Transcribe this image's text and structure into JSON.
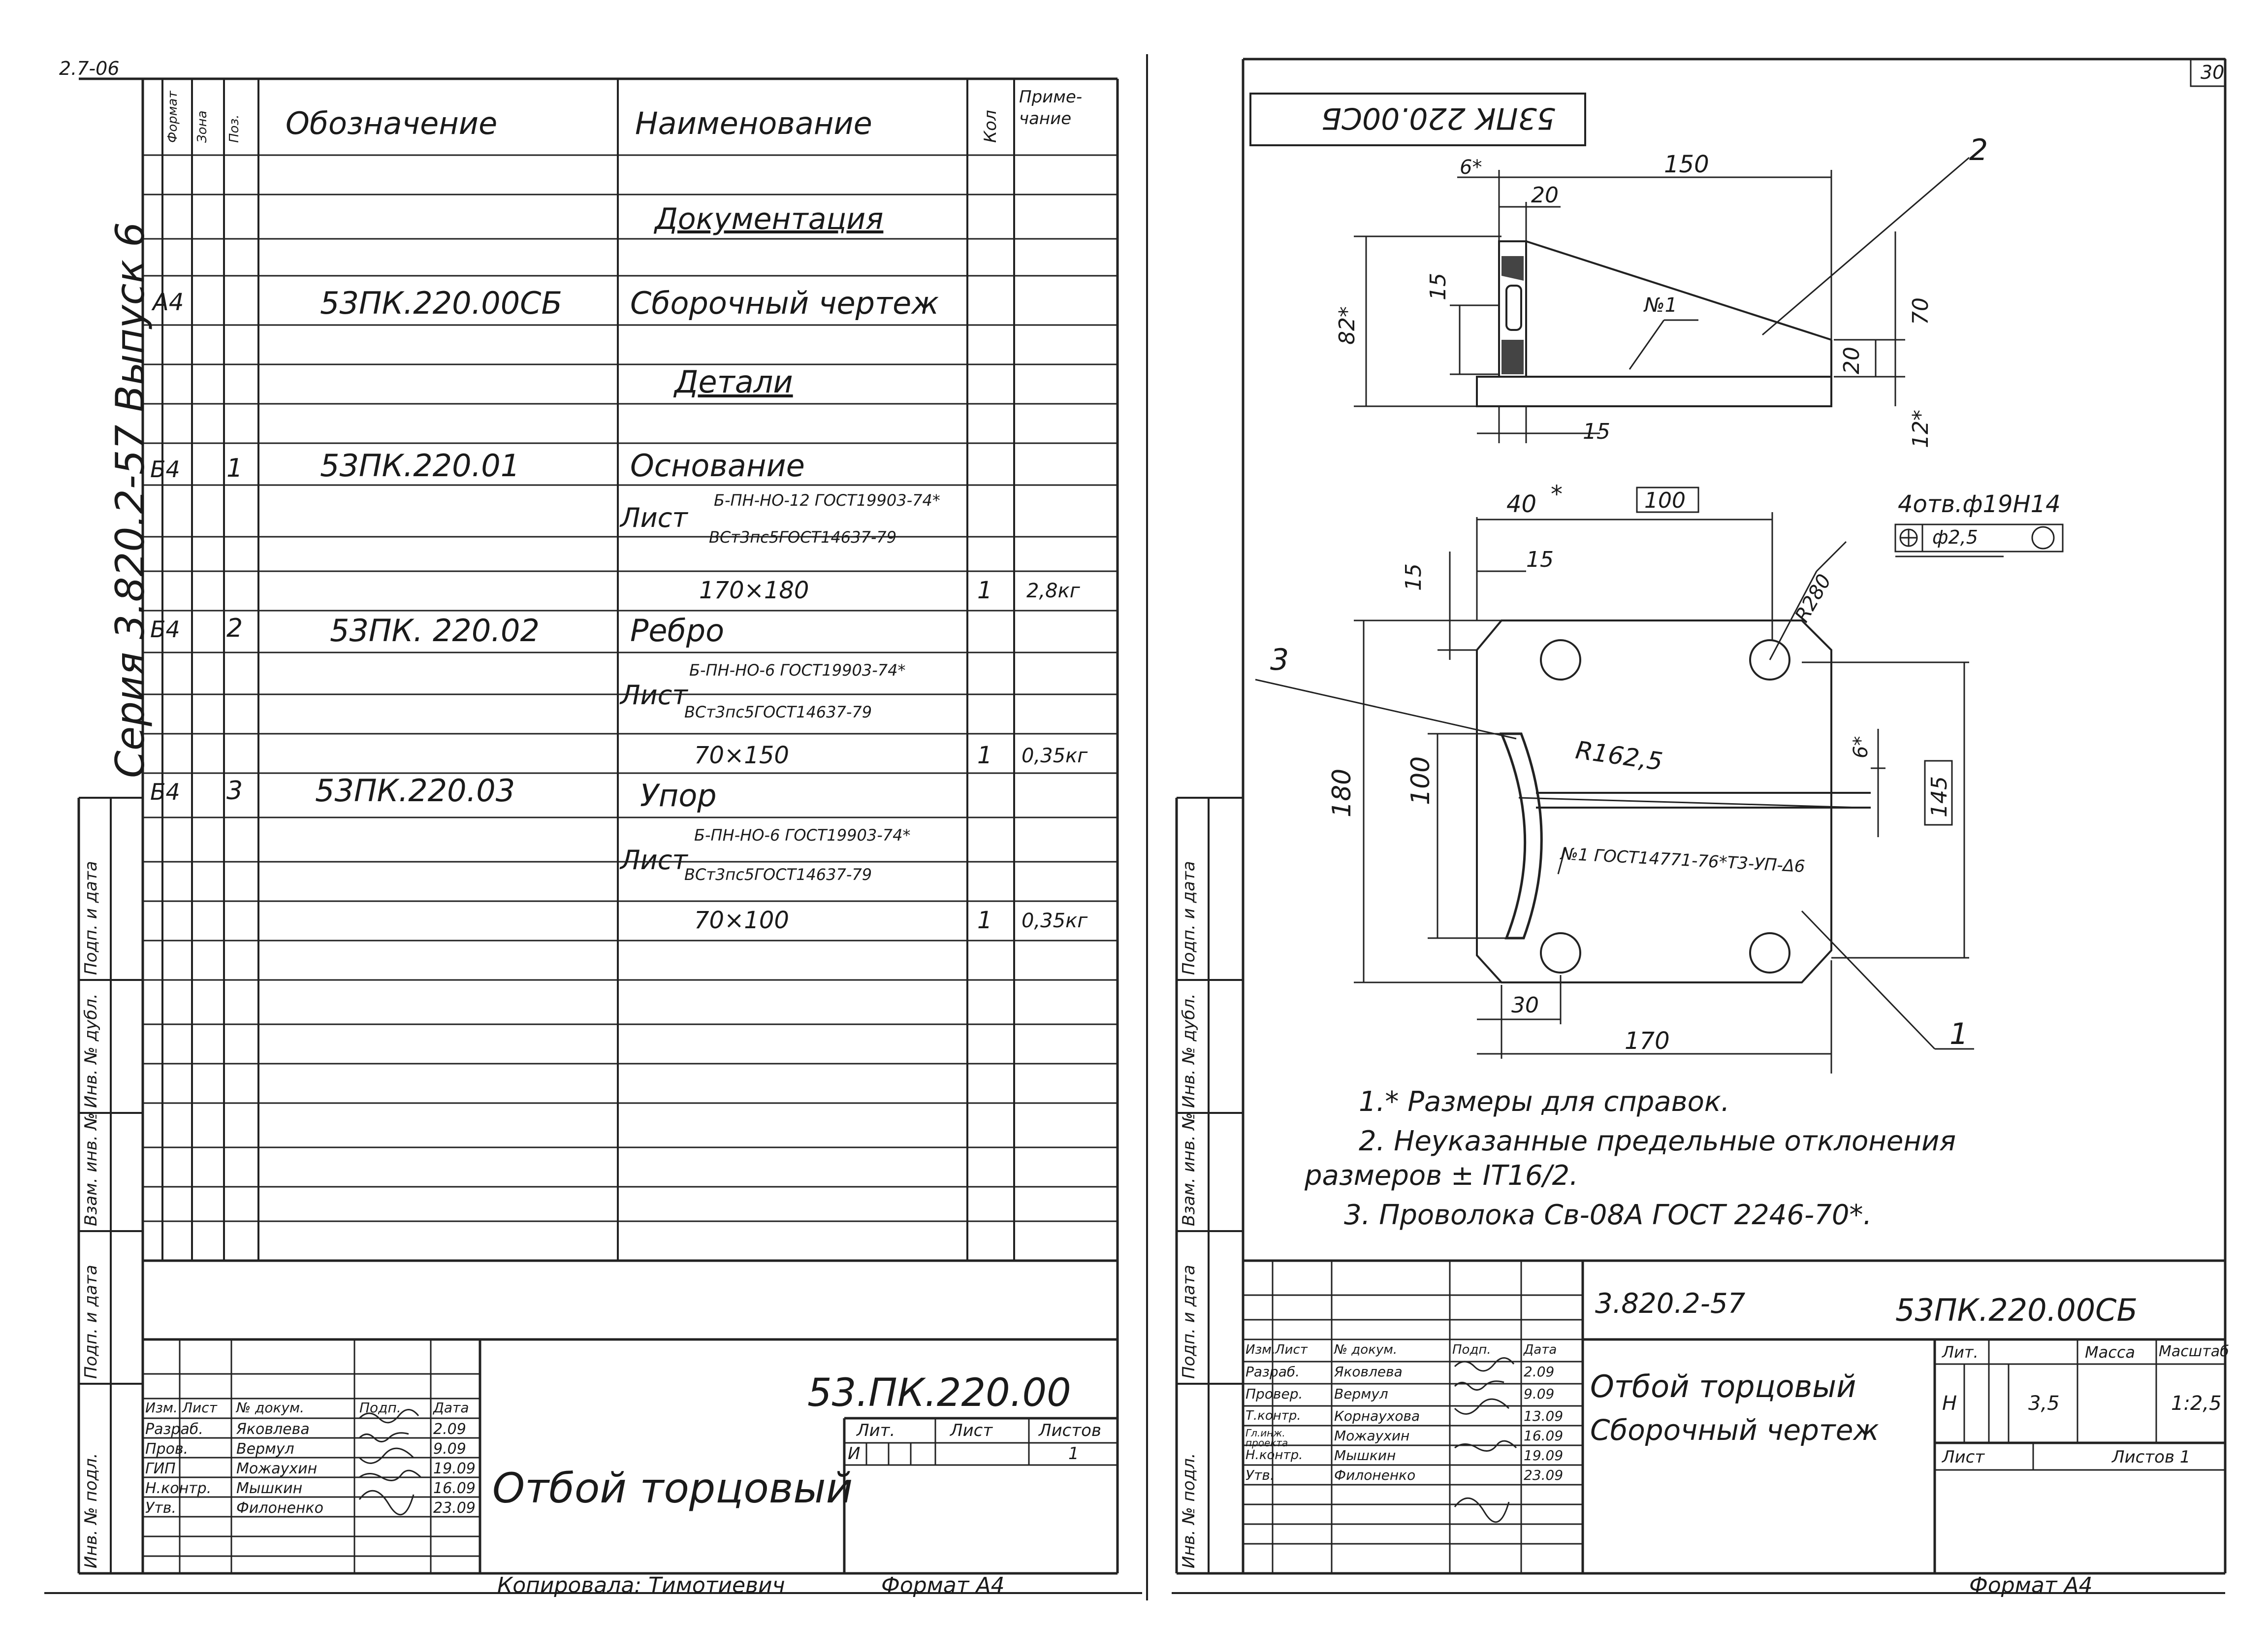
{
  "corner_mark": "2.7-06",
  "page_number": "30",
  "left_sheet": {
    "series_vertical": "Серия 3.820.2-57  Выпуск 6",
    "headers": {
      "format": "Формат",
      "zone": "Зона",
      "pos": "Поз.",
      "designation": "Обозначение",
      "name": "Наименование",
      "qty": "Кол",
      "note": "Приме-\nчание"
    },
    "section_docs": "Документация",
    "doc_format": "А4",
    "doc_designation": "53ПК.220.00СБ",
    "doc_name": "Сборочный чертеж",
    "section_parts": "Детали",
    "parts": [
      {
        "format": "Б4",
        "pos": "1",
        "designation": "53ПК.220.01",
        "name": "Основание",
        "mat_label": "Лист",
        "mat_top": "Б-ПН-НО-12 ГОСТ19903-74*",
        "mat_bot": "ВСт3пс5ГОСТ14637-79",
        "size": "170×180",
        "qty": "1",
        "mass": "2,8кг"
      },
      {
        "format": "Б4",
        "pos": "2",
        "designation": "53ПК. 220.02",
        "name": "Ребро",
        "mat_label": "Лист",
        "mat_top": "Б-ПН-НО-6 ГОСТ19903-74*",
        "mat_bot": "ВСт3пс5ГОСТ14637-79",
        "size": "70×150",
        "qty": "1",
        "mass": "0,35кг"
      },
      {
        "format": "Б4",
        "pos": "3",
        "designation": "53ПК.220.03",
        "name": "Упор",
        "mat_label": "Лист",
        "mat_top": "Б-ПН-НО-6 ГОСТ19903-74*",
        "mat_bot": "ВСт3пс5ГОСТ14637-79",
        "size": "70×100",
        "qty": "1",
        "mass": "0,35кг"
      }
    ],
    "side_stamp": [
      "Подп. и дата",
      "Инв. № дубл.",
      "Взам. инв. №",
      "Подп. и дата",
      "Инв. № подл."
    ],
    "title_block": {
      "code": "53.ПК.220.00",
      "title": "Отбой торцовый",
      "col_heads": [
        "Изм.",
        "Лист",
        "№ докум.",
        "Подп.",
        "Дата"
      ],
      "rows": [
        {
          "role": "Разраб.",
          "name": "Яковлева",
          "date": "2.09"
        },
        {
          "role": "Пров.",
          "name": "Вермул",
          "date": "9.09"
        },
        {
          "role": "ГИП",
          "name": "Можаухин",
          "date": "19.09"
        },
        {
          "role": "Н.контр.",
          "name": "Мышкин",
          "date": "16.09"
        },
        {
          "role": "Утв.",
          "name": "Филоненко",
          "date": "23.09"
        }
      ],
      "lit_head": "Лит.",
      "sheet_head": "Лист",
      "sheets_head": "Листов",
      "lit": "И",
      "sheets": "1"
    },
    "copied_by": "Копировала: Тимотиевич",
    "format_label": "Формат А4"
  },
  "right_sheet": {
    "rotated_code": "53ПК 220.00СБ",
    "callouts": [
      "2",
      "3",
      "1"
    ],
    "dims": {
      "d6": "6*",
      "d150": "150",
      "d20": "20",
      "d82": "82*",
      "d15a": "15",
      "d70": "70",
      "d20b": "20",
      "d12": "12*",
      "d15b": "15",
      "n1a": "№1",
      "d40": "40",
      "star": "*",
      "d100box": "100",
      "d15c": "15",
      "d15d": "15",
      "r280": "R280",
      "holes": "4отв.ф19Н14",
      "tol": "ф2,5",
      "d180": "180",
      "d100": "100",
      "r162": "R162,5",
      "d6b": "6*",
      "d145": "145",
      "weld": "№1  ГОСТ14771-76*Т3-УП-Δ6",
      "d30": "30",
      "d170": "170"
    },
    "notes": [
      "1.* Размеры для справок.",
      "2. Неуказанные предельные отклонения",
      "размеров ± IT16/2.",
      "3. Проволока  Св-08А ГОСТ 2246-70*."
    ],
    "title_block": {
      "series": "3.820.2-57",
      "code": "53ПК.220.00СБ",
      "title_1": "Отбой торцовый",
      "title_2": "Сборочный чертеж",
      "col_heads": [
        "Изм.",
        "Лист",
        "№ докум.",
        "Подп.",
        "Дата"
      ],
      "rows": [
        {
          "role": "Разраб.",
          "name": "Яковлева",
          "date": "2.09"
        },
        {
          "role": "Провер.",
          "name": "Вермул",
          "date": "9.09"
        },
        {
          "role": "Т.контр.",
          "name": "Корнаухова",
          "date": "13.09"
        },
        {
          "role": "Гл.инж. проекта",
          "name": "Можаухин",
          "date": "16.09"
        },
        {
          "role": "Н.контр.",
          "name": "Мышкин",
          "date": "19.09"
        },
        {
          "role": "Утв.",
          "name": "Филоненко",
          "date": "23.09"
        }
      ],
      "lit_head": "Лит.",
      "mass_head": "Масса",
      "scale_head": "Масштаб",
      "lit": "Н",
      "mass": "3,5",
      "scale": "1:2,5",
      "sheet_label": "Лист",
      "sheets_label": "Листов 1"
    },
    "format_label": "Формат А4"
  }
}
